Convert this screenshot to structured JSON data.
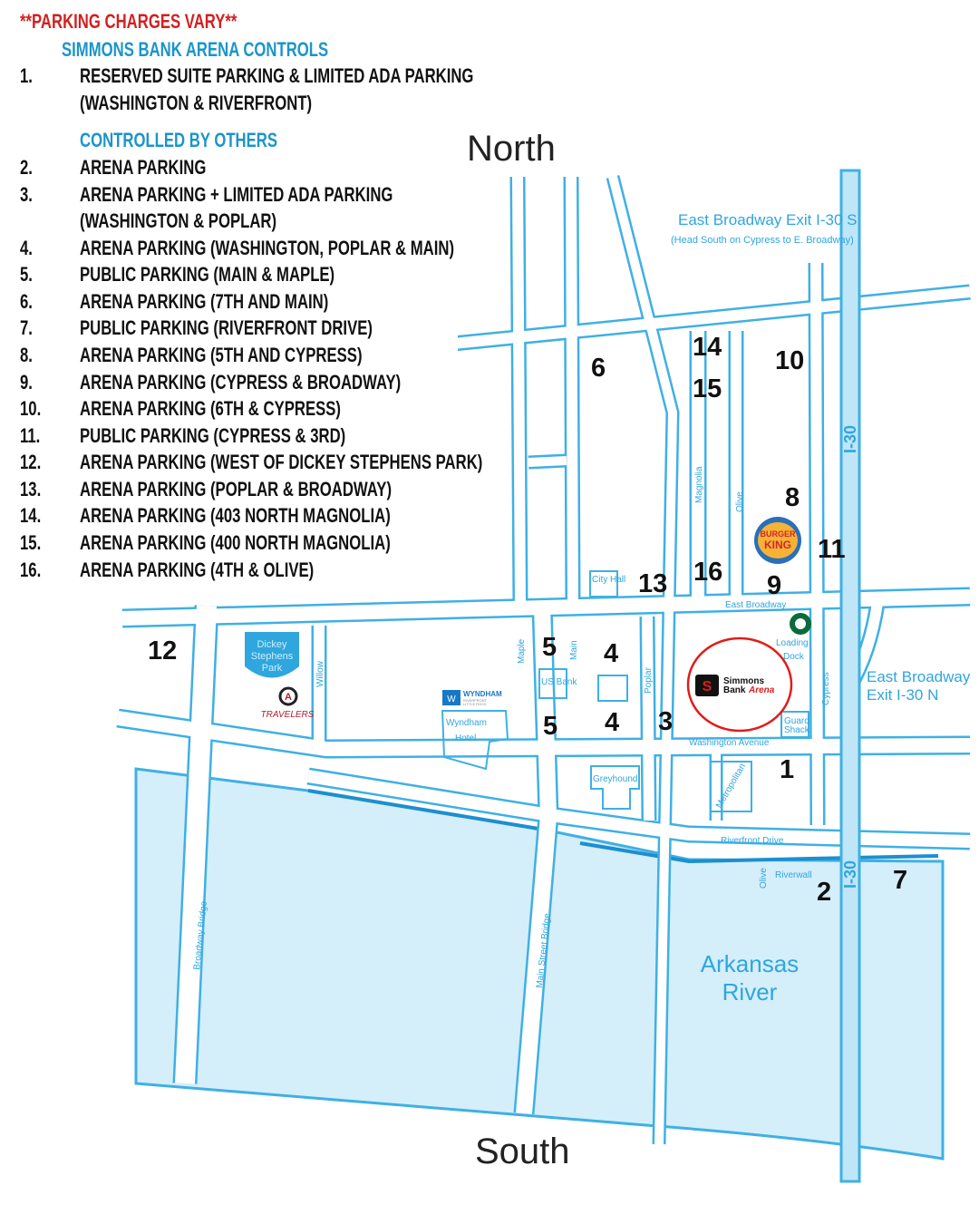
{
  "legend": {
    "warning": "**PARKING CHARGES VARY**",
    "section_arena": "SIMMONS BANK ARENA CONTROLS",
    "section_others": "CONTROLLED BY OTHERS",
    "items": [
      {
        "num": "1.",
        "lines": [
          "RESERVED SUITE PARKING & LIMITED ADA PARKING",
          "(WASHINGTON & RIVERFRONT)"
        ]
      },
      {
        "num": "2.",
        "lines": [
          "ARENA PARKING"
        ]
      },
      {
        "num": "3.",
        "lines": [
          "ARENA PARKING + LIMITED ADA PARKING",
          "(WASHINGTON & POPLAR)"
        ]
      },
      {
        "num": "4.",
        "lines": [
          "ARENA PARKING (WASHINGTON, POPLAR & MAIN)"
        ]
      },
      {
        "num": "5.",
        "lines": [
          "PUBLIC PARKING (MAIN & MAPLE)"
        ]
      },
      {
        "num": "6.",
        "lines": [
          "ARENA PARKING (7TH AND MAIN)"
        ]
      },
      {
        "num": "7.",
        "lines": [
          "PUBLIC PARKING (RIVERFRONT DRIVE)"
        ]
      },
      {
        "num": "8.",
        "lines": [
          "ARENA PARKING (5TH AND CYPRESS)"
        ]
      },
      {
        "num": "9.",
        "lines": [
          "ARENA PARKING (CYPRESS & BROADWAY)"
        ]
      },
      {
        "num": "10.",
        "lines": [
          "ARENA PARKING (6TH & CYPRESS)"
        ]
      },
      {
        "num": "11.",
        "lines": [
          "PUBLIC PARKING (CYPRESS & 3RD)"
        ]
      },
      {
        "num": "12.",
        "lines": [
          "ARENA PARKING (WEST OF DICKEY STEPHENS PARK)"
        ]
      },
      {
        "num": "13.",
        "lines": [
          "ARENA PARKING (POPLAR & BROADWAY)"
        ]
      },
      {
        "num": "14.",
        "lines": [
          "ARENA PARKING (403 NORTH MAGNOLIA)"
        ]
      },
      {
        "num": "15.",
        "lines": [
          "ARENA PARKING (400 NORTH MAGNOLIA)"
        ]
      },
      {
        "num": "16.",
        "lines": [
          "ARENA PARKING (4TH & OLIVE)"
        ]
      }
    ]
  },
  "map": {
    "north": "North",
    "south": "South",
    "river": [
      "Arkansas",
      "River"
    ],
    "exit_south": "East Broadway Exit I-30 S",
    "exit_south_note": "(Head South on Cypress to E. Broadway)",
    "exit_north": [
      "East Broadway",
      "Exit I-30 N"
    ],
    "lot_numbers": [
      "14",
      "15",
      "10",
      "6",
      "8",
      "11",
      "16",
      "9",
      "13",
      "12",
      "5",
      "5",
      "4",
      "4",
      "3",
      "1",
      "2",
      "7"
    ],
    "streets": {
      "interstate": "I-30",
      "broadway_bridge": "Broadway Bridge",
      "main_bridge": "Main Street Bridge",
      "east_broadway": "East Broadway",
      "washington": "Washington Avenue",
      "riverfront": "Riverfront Drive",
      "riverwall": "Riverwall",
      "magnolia": "Magnolia",
      "olive": "Olive",
      "main": "Main",
      "maple": "Maple",
      "willow": "Willow",
      "poplar": "Poplar",
      "cypress": "Cypress",
      "metropolitan": "Metropolitan"
    },
    "places": {
      "city_hall": "City Hall",
      "us_bank": "US Bank",
      "greyhound": "Greyhound",
      "wyndham_hotel": [
        "Wyndham",
        "Hotel"
      ],
      "park": [
        "Dickey",
        "Stephens",
        "Park"
      ],
      "loading_dock": [
        "Loading",
        "Dock"
      ],
      "guard_shack": [
        "Guard",
        "Shack"
      ]
    },
    "logos": {
      "arena": [
        "Simmons",
        "Bank",
        "Arena"
      ],
      "burger_king": [
        "BURGER",
        "KING"
      ],
      "travelers": "TRAVELERS",
      "wyndham": [
        "WYNDHAM",
        "RIVERFRONT",
        "LITTLE ROCK"
      ]
    }
  },
  "colors": {
    "road": "#3fb0e4",
    "river": "#d4eefa",
    "warning": "#d32020",
    "section": "#1b95c9"
  }
}
